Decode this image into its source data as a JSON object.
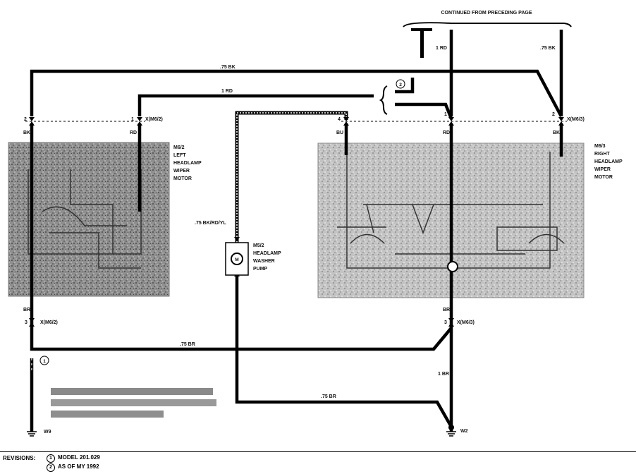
{
  "header": {
    "continued": "CONTINUED FROM PRECEDING PAGE"
  },
  "wires": {
    "top_left_bk": ".75 BK",
    "top_rd": "1 RD",
    "right_top_rd": "1 RD",
    "right_top_bk": ".75 BK",
    "washer_wire": ".75 BK/RD/YL",
    "bottom_br_1": ".75 BR",
    "bottom_br_2": ".75 BR",
    "right_br": "1 BR",
    "left_br": "BR",
    "mid_br": "BR",
    "bk_left": "BK",
    "rd_left": "RD",
    "bu_right": "BU",
    "rd_right": "RD",
    "bk_right": "BK"
  },
  "connectors": {
    "left_pin2": "2",
    "left_pin1": "1",
    "left_conn": "X(M6/2)",
    "right_pin4": "4",
    "right_pin1": "1",
    "right_pin2": "2",
    "right_conn": "X(M6/3)",
    "left_bottom_pin": "3",
    "left_bottom_conn": "X(M6/2)",
    "right_bottom_pin": "3",
    "right_bottom_conn": "X(M6/3)"
  },
  "components": {
    "left_motor": [
      "M6/2",
      "LEFT",
      "HEADLAMP",
      "WIPER",
      "MOTOR"
    ],
    "right_motor": [
      "M6/3",
      "RIGHT",
      "HEADLAMP",
      "WIPER",
      "MOTOR"
    ],
    "pump": [
      "M5/2",
      "HEADLAMP",
      "WASHER",
      "PUMP"
    ],
    "pump_symbol": "M"
  },
  "grounds": {
    "left": "W9",
    "right": "W2"
  },
  "markers": {
    "rev1": "1",
    "rev2": "2"
  },
  "revisions": {
    "title": "REVISIONS:",
    "items": [
      {
        "num": "1",
        "text": "MODEL  201.029"
      },
      {
        "num": "2",
        "text": "AS OF MY 1992"
      }
    ]
  }
}
